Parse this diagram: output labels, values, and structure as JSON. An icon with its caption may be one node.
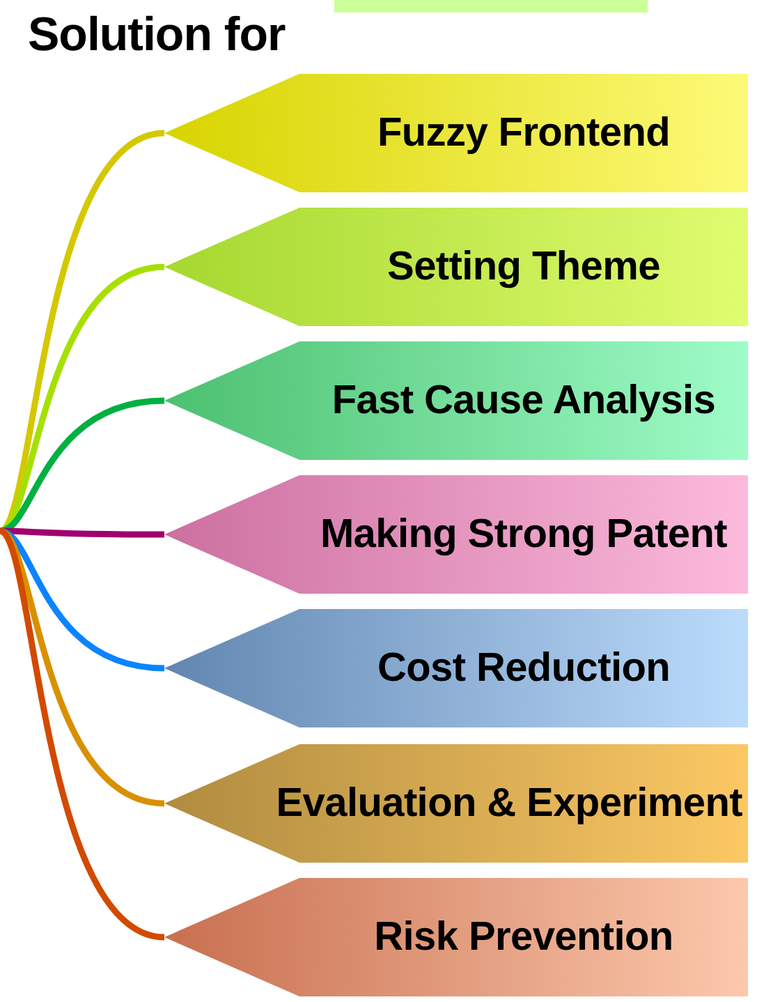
{
  "diagram": {
    "title": "Solution for",
    "nodes": [
      {
        "text": [],
        "shape": "box"
      },
      {
        "text": [
          "Fuzzy Frontend"
        ]
      },
      {
        "text": [
          "Setting Theme"
        ]
      },
      {
        "text": [
          "Fast Cause Analysis"
        ]
      },
      {
        "text": [
          "Making Strong Patent"
        ]
      },
      {
        "text": [
          "Cost Reduction"
        ]
      },
      {
        "text": [
          "Evaluation & Experiment"
        ]
      },
      {
        "text": [
          "Risk Prevention"
        ]
      }
    ],
    "edges": [
      {
        "from": null,
        "to": 1,
        "arrow": "none",
        "color": "#d4c800"
      },
      {
        "from": null,
        "to": 2,
        "arrow": "none",
        "color": "#a6e000"
      },
      {
        "from": null,
        "to": 3,
        "arrow": "none",
        "color": "#00b040"
      },
      {
        "from": null,
        "to": 4,
        "arrow": "none",
        "color": "#a0006e"
      },
      {
        "from": null,
        "to": 5,
        "arrow": "none",
        "color": "#0a84ff"
      },
      {
        "from": null,
        "to": 6,
        "arrow": "none",
        "color": "#d99000"
      },
      {
        "from": null,
        "to": 7,
        "arrow": "none",
        "color": "#d24a00"
      }
    ]
  }
}
